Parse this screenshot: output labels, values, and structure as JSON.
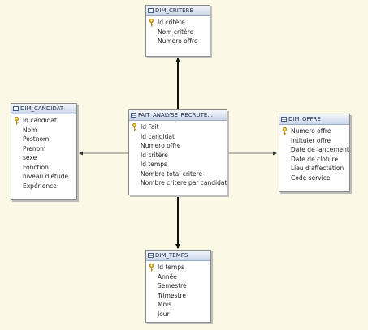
{
  "tables": [
    {
      "id": "critere",
      "title": "DIM_CRITERE",
      "fields": [
        {
          "name": "Id critère",
          "key": true
        },
        {
          "name": "Nom critère",
          "key": false
        },
        {
          "name": "Numero offre",
          "key": false
        }
      ]
    },
    {
      "id": "candidat",
      "title": "DIM_CANDIDAT",
      "fields": [
        {
          "name": "Id candidat",
          "key": true
        },
        {
          "name": "Nom",
          "key": false
        },
        {
          "name": "Postnom",
          "key": false
        },
        {
          "name": "Prenom",
          "key": false
        },
        {
          "name": "sexe",
          "key": false
        },
        {
          "name": "Fonction",
          "key": false
        },
        {
          "name": "niveau d'étude",
          "key": false
        },
        {
          "name": "Expérience",
          "key": false
        }
      ]
    },
    {
      "id": "fait",
      "title": "FAIT_ANALYSE_RECRUTE...",
      "fields": [
        {
          "name": "Id Fait",
          "key": true
        },
        {
          "name": "Id candidat",
          "key": false
        },
        {
          "name": "Numero offre",
          "key": false
        },
        {
          "name": "Id critère",
          "key": false
        },
        {
          "name": "Id temps",
          "key": false
        },
        {
          "name": "Nombre total critere",
          "key": false
        },
        {
          "name": "Nombre critere par candidat",
          "key": false
        }
      ]
    },
    {
      "id": "offre",
      "title": "DIM_OFFRE",
      "fields": [
        {
          "name": "Numero offre",
          "key": true
        },
        {
          "name": "Intituler offre",
          "key": false
        },
        {
          "name": "Date de lancement",
          "key": false
        },
        {
          "name": "Date de cloture",
          "key": false
        },
        {
          "name": "Lieu d'affectation",
          "key": false
        },
        {
          "name": "Code service",
          "key": false
        }
      ]
    },
    {
      "id": "temps",
      "title": "DIM_TEMPS",
      "fields": [
        {
          "name": "Id temps",
          "key": true
        },
        {
          "name": "Année",
          "key": false
        },
        {
          "name": "Semestre",
          "key": false
        },
        {
          "name": "Trimestre",
          "key": false
        },
        {
          "name": "Mois",
          "key": false
        },
        {
          "name": "Jour",
          "key": false
        }
      ]
    }
  ],
  "relationships": [
    {
      "from": "fait",
      "to": "critere",
      "style": "solid"
    },
    {
      "from": "fait",
      "to": "temps",
      "style": "solid"
    },
    {
      "from": "fait",
      "to": "candidat",
      "style": "thin"
    },
    {
      "from": "fait",
      "to": "offre",
      "style": "thin"
    }
  ],
  "colors": {
    "background": "#fbf8e6",
    "line": "#111111",
    "key": "#e3b21c"
  }
}
